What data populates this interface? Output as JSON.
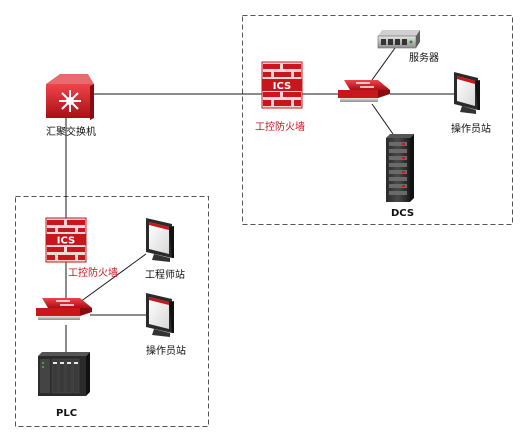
{
  "colors": {
    "line": "#1a1a1a",
    "dashed_border": "#555555",
    "firewall_label": "#c8161d",
    "device_red": "#c8161d"
  },
  "nodes": {
    "core_switch": {
      "label": "汇聚交换机",
      "icon": "core-switch-icon"
    },
    "dcs_firewall": {
      "label": "工控防火墙",
      "icon": "firewall-icon",
      "badge": "ICS"
    },
    "plc_firewall": {
      "label": "工控防火墙",
      "icon": "firewall-icon",
      "badge": "ICS"
    },
    "server": {
      "label": "服务器",
      "icon": "server-icon"
    },
    "dcs_operator": {
      "label": "操作员站",
      "icon": "monitor-icon"
    },
    "dcs": {
      "label": "DCS",
      "icon": "server-rack-icon"
    },
    "engineer": {
      "label": "工程师站",
      "icon": "monitor-icon"
    },
    "plc_operator": {
      "label": "操作员站",
      "icon": "monitor-icon"
    },
    "plc": {
      "label": "PLC",
      "icon": "plc-icon"
    }
  },
  "edges": [
    [
      "core_switch",
      "dcs_firewall"
    ],
    [
      "dcs_firewall",
      "dcs_switch"
    ],
    [
      "dcs_switch",
      "server"
    ],
    [
      "dcs_switch",
      "dcs_operator"
    ],
    [
      "dcs_switch",
      "dcs"
    ],
    [
      "core_switch",
      "plc_firewall"
    ],
    [
      "plc_firewall",
      "plc_switch"
    ],
    [
      "plc_switch",
      "engineer"
    ],
    [
      "plc_switch",
      "plc_operator"
    ],
    [
      "plc_switch",
      "plc"
    ]
  ]
}
